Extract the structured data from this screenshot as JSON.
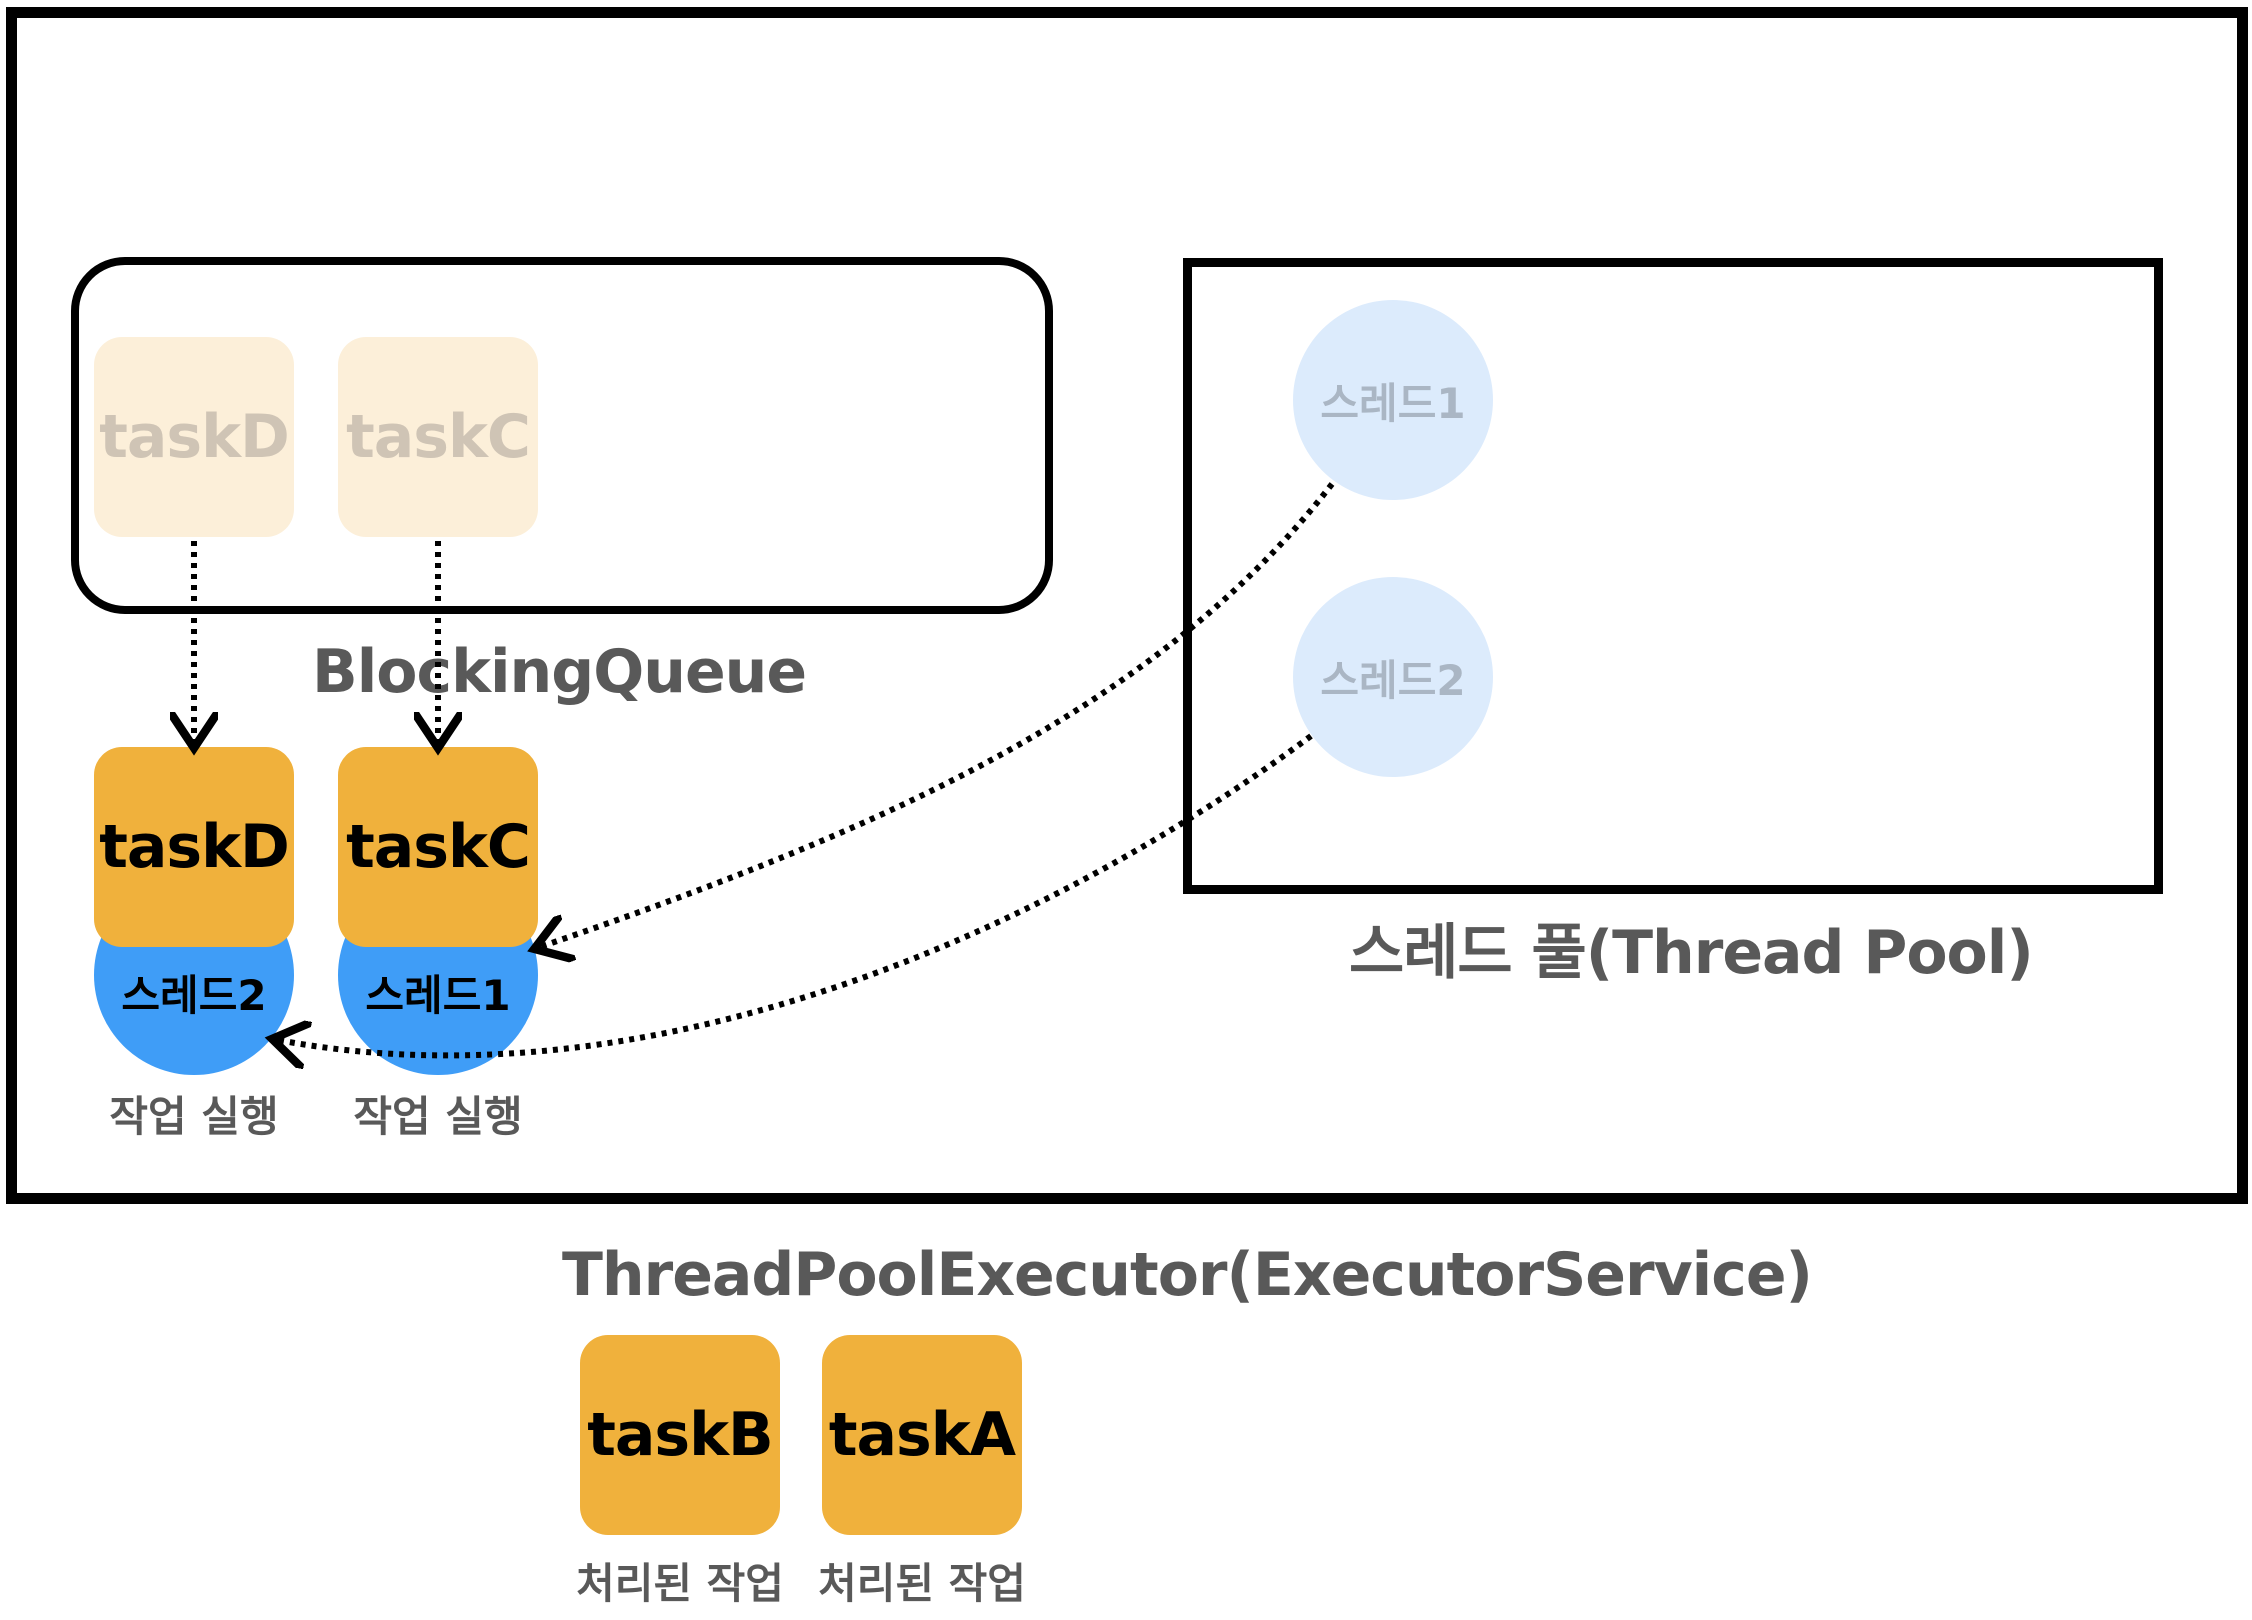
{
  "containers": {
    "executor_label": "ThreadPoolExecutor(ExecutorService)",
    "queue_label": "BlockingQueue",
    "pool_label": "스레드 풀(Thread Pool)"
  },
  "queue": {
    "task_d": "taskD",
    "task_c": "taskC"
  },
  "pool": {
    "thread_1": "스레드1",
    "thread_2": "스레드2"
  },
  "running": {
    "task_d": "taskD",
    "task_c": "taskC",
    "thread_on_d": "스레드2",
    "thread_on_c": "스레드1",
    "caption_d": "작업 실행",
    "caption_c": "작업 실행"
  },
  "completed": {
    "task_b": "taskB",
    "task_a": "taskA",
    "caption_b": "처리된 작업",
    "caption_a": "처리된 작업"
  },
  "colors": {
    "task_active": "#f0b13c",
    "task_faded": "#fcefd9",
    "thread_active": "#3f9df7",
    "thread_faded": "#dcebfc",
    "label_gray": "#595959"
  }
}
